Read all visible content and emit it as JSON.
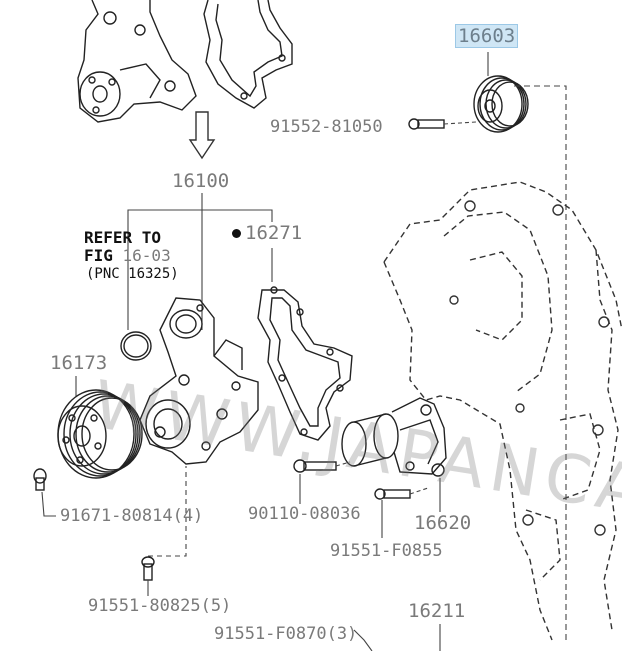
{
  "parts": {
    "p16603": "16603",
    "p91552_81050": "91552-81050",
    "p16100": "16100",
    "p16271": "16271",
    "p16173": "16173",
    "p91671_80814": "91671-80814(4)",
    "p90110_08036": "90110-08036",
    "p16620": "16620",
    "p91551_F0855": "91551-F0855",
    "p91551_80825": "91551-80825(5)",
    "p16211": "16211",
    "p91551_F0870": "91551-F0870(3)"
  },
  "refer": {
    "line1": "REFER TO",
    "line2a": "FIG ",
    "line2b": "16-03",
    "line3": "(PNC 16325)"
  },
  "watermark": "WWW.JAPANCATS.RU"
}
